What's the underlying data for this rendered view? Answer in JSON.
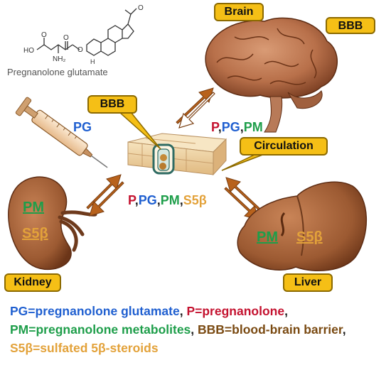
{
  "labels": {
    "brain": "Brain",
    "bbb_top": "BBB",
    "bbb_center": "BBB",
    "circulation": "Circulation",
    "kidney": "Kidney",
    "liver": "Liver"
  },
  "molecule": {
    "name": "Pregnanolone glutamate",
    "atoms": {
      "ho": "HO",
      "o1": "O",
      "o2": "O",
      "o3": "O",
      "o4": "O",
      "nh2": "NH₂",
      "h": "H"
    }
  },
  "flows": {
    "syringe_label": "PG",
    "brain_flow": {
      "p": "P",
      "c1": ",",
      "pg": "PG",
      "c2": ",",
      "pm": "PM"
    },
    "center_flow": {
      "p": "P",
      "c1": ",",
      "pg": "PG",
      "c2": ",",
      "pm": "PM",
      "c3": ",",
      "s5": "S5β"
    }
  },
  "kidney": {
    "pm": "PM",
    "s5": "S5β"
  },
  "liver": {
    "pm": "PM",
    "s5": "S5β"
  },
  "legend": {
    "pg": "PG=pregnanolone glutamate",
    "sep1": ", ",
    "p": "P=pregnanolone",
    "sep2": ",",
    "pm": "PM=pregnanolone metabolites",
    "sep3": ", ",
    "bbb": "BBB=blood-brain barrier",
    "sep4": ", ",
    "s5": "S5β=sulfated 5β-steroids"
  },
  "colors": {
    "pg": "#1f5fd0",
    "p": "#c4122f",
    "pm": "#1e9e4a",
    "bbb": "#7a4a12",
    "s5": "#e3a23a",
    "label_fill": "#f5bf16",
    "organ": "#a8653a",
    "arrow": "#b8621c"
  }
}
